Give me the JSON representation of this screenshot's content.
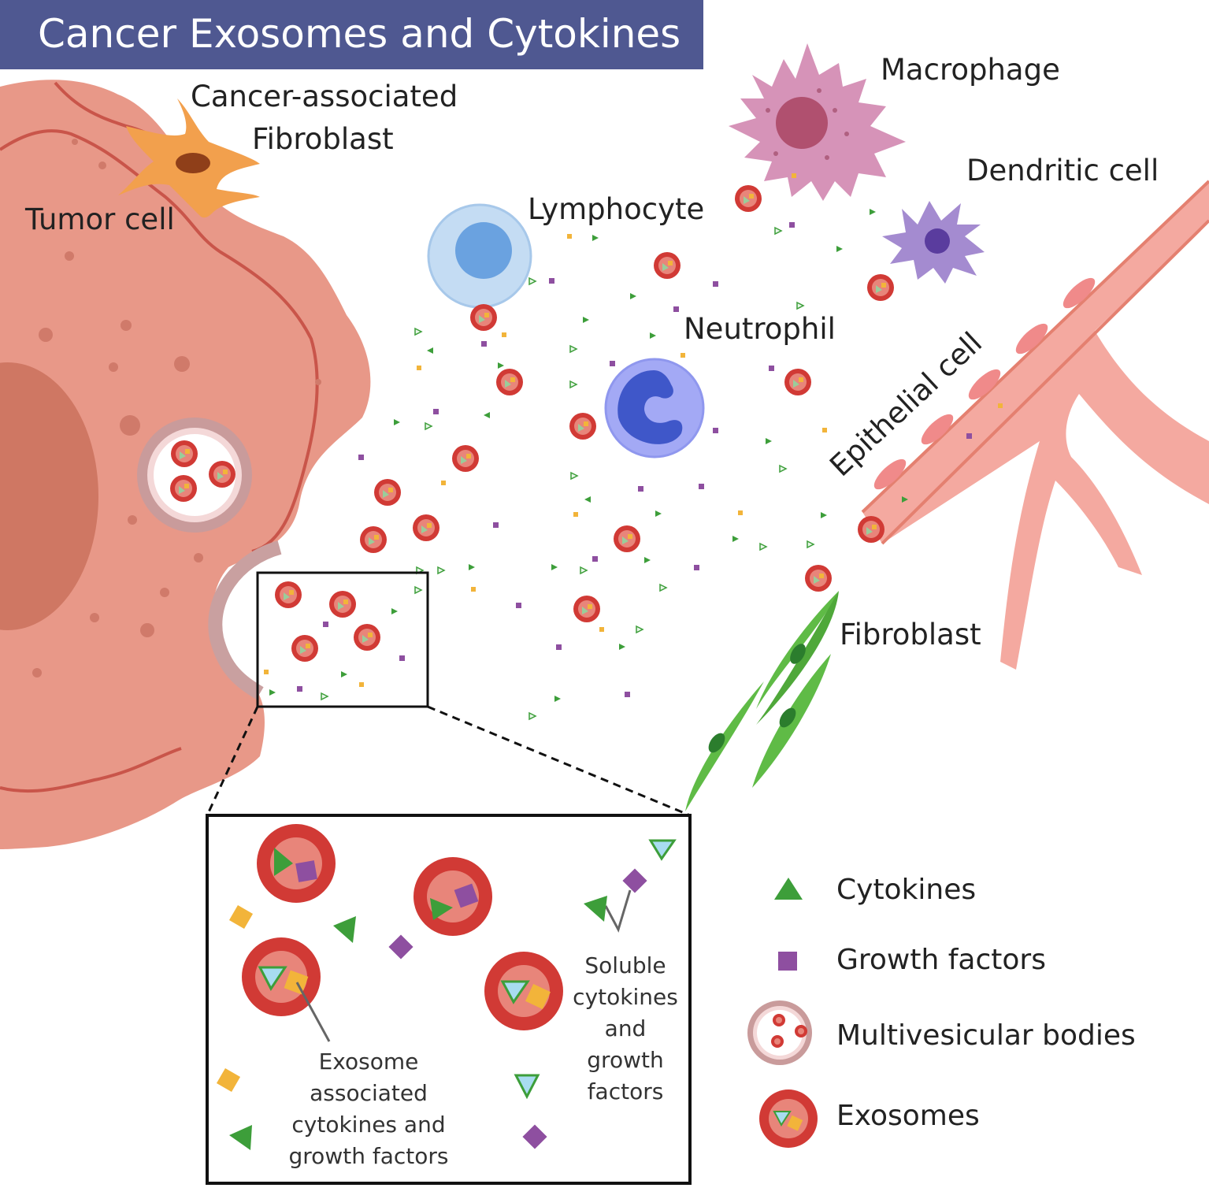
{
  "title": "Cancer Exosomes and Cytokines",
  "labels": {
    "caf_line1": "Cancer-associated",
    "caf_line2": "Fibroblast",
    "tumor_cell": "Tumor cell",
    "macrophage": "Macrophage",
    "dendritic_cell": "Dendritic cell",
    "lymphocyte": "Lymphocyte",
    "neutrophil": "Neutrophil",
    "epithelial_cell": "Epithelial cell",
    "fibroblast": "Fibroblast"
  },
  "inset": {
    "exosome_note": [
      "Exosome",
      "associated",
      "cytokines and",
      "growth factors"
    ],
    "soluble_note": [
      "Soluble",
      "cytokines",
      "and",
      "growth",
      "factors"
    ]
  },
  "legend": [
    {
      "label": "Cytokines",
      "icon": "cytokine-triangle-icon"
    },
    {
      "label": "Growth factors",
      "icon": "growth-factor-square-icon"
    },
    {
      "label": "Multivesicular bodies",
      "icon": "multivesicular-body-icon"
    },
    {
      "label": "Exosomes",
      "icon": "exosome-icon"
    }
  ],
  "colors": {
    "title_bar": "#4f5891",
    "tumor": "#e89888",
    "exosome_ring": "#d13a35",
    "cytokine": "#3d9e3a",
    "growth_factor": "#8e4fa0",
    "yellow_factor": "#f2b43a"
  }
}
